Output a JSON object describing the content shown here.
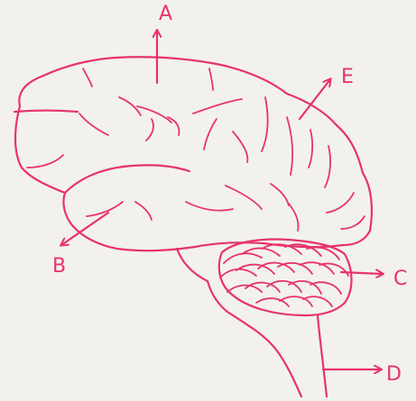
{
  "colors": {
    "ink": "#e8336b",
    "paper": "#f2f1ee"
  },
  "labels": {
    "A": "A",
    "B": "B",
    "C": "C",
    "D": "D",
    "E": "E"
  }
}
